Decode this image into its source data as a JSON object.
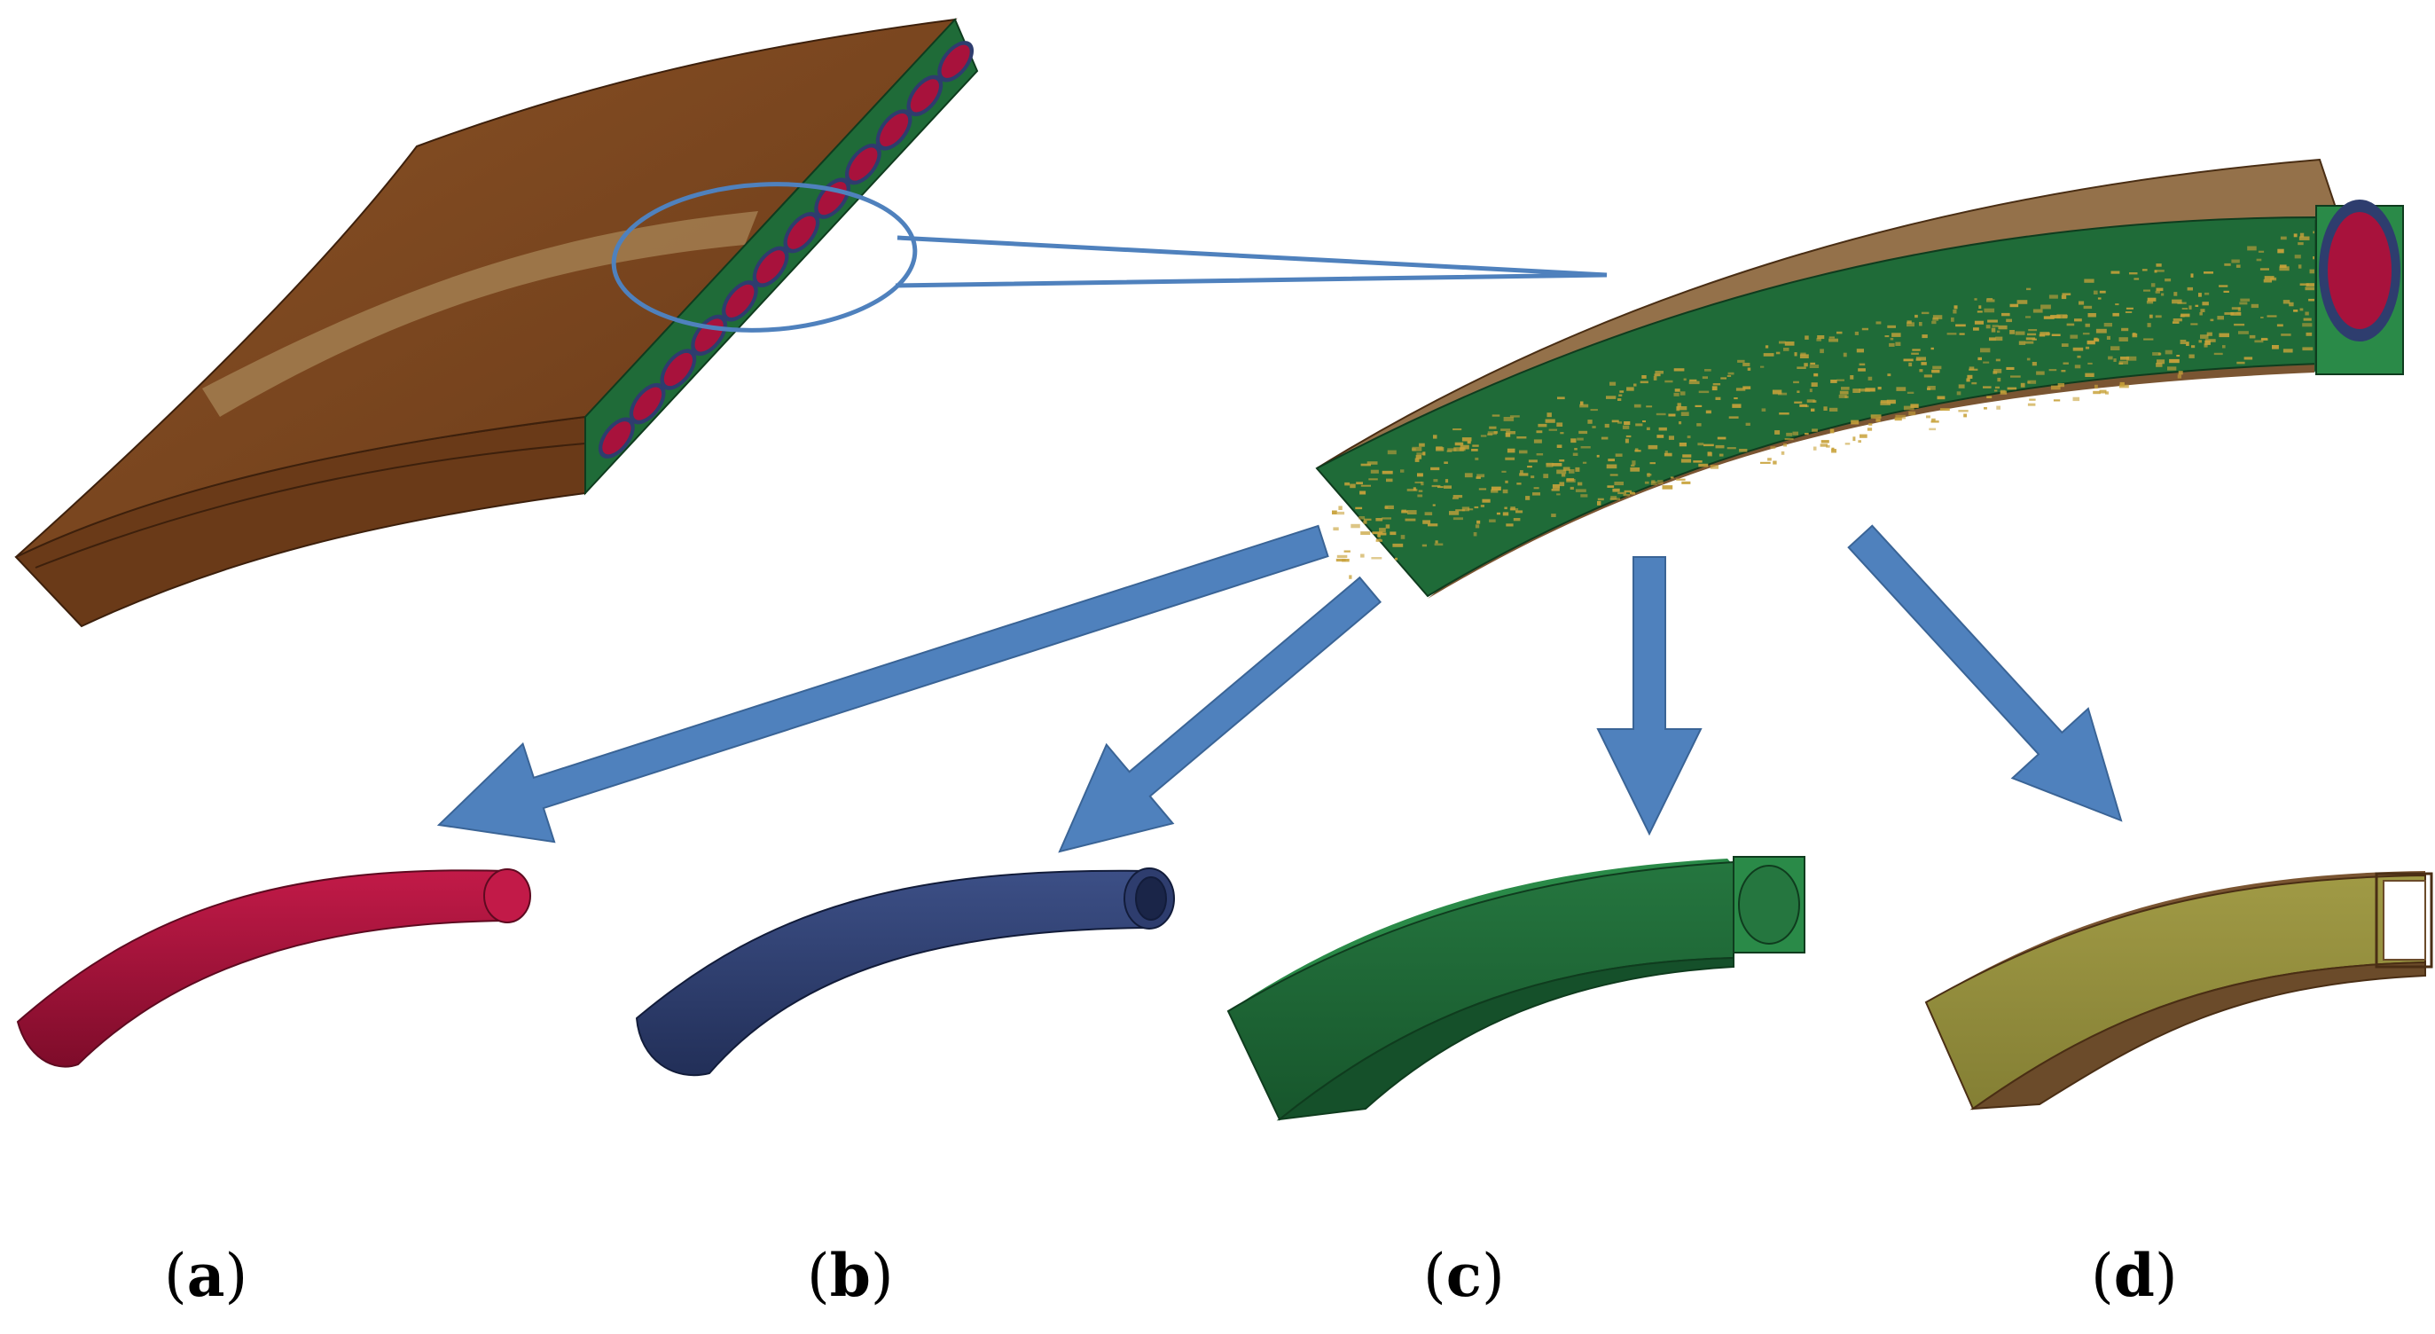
{
  "captions": {
    "a": {
      "open": "(",
      "letter": "a",
      "close": ")"
    },
    "b": {
      "open": "(",
      "letter": "b",
      "close": ")"
    },
    "c": {
      "open": "(",
      "letter": "c",
      "close": ")"
    },
    "d": {
      "open": "(",
      "letter": "d",
      "close": ")"
    }
  },
  "colors": {
    "laminate": "#7a4620",
    "laminate_dark": "#5e3416",
    "fiber": "#a8123c",
    "interphase": "#2e3d6e",
    "matrix": "#1f6b38",
    "matrix_dark": "#185a2e",
    "resin_shell": "#8f8c3c",
    "resin_dark": "#6b4b2a",
    "arrow": "#4f81bd",
    "arrow_edge": "#3a6496",
    "callout": "#4f81bd",
    "speckle": "#c8a23a"
  }
}
